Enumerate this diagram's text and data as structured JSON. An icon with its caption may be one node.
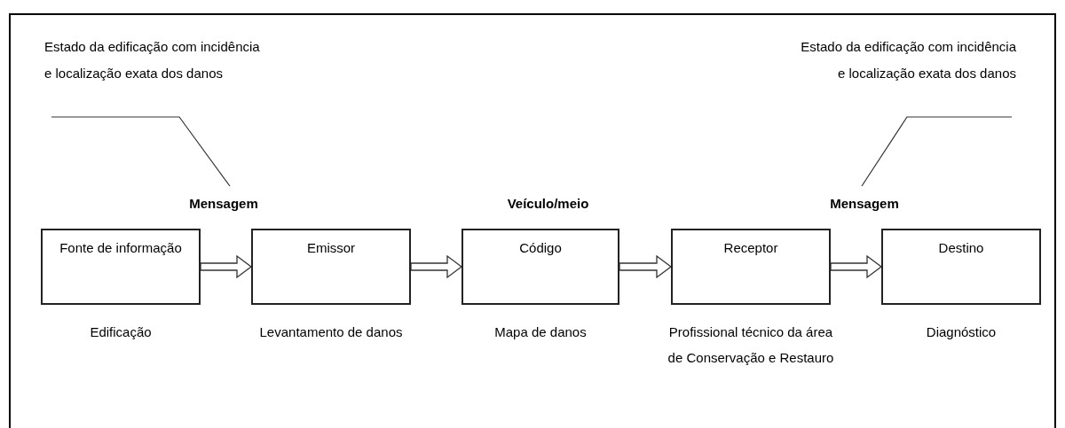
{
  "diagram": {
    "nodes": [
      {
        "text": [
          "Fonte de informação"
        ],
        "beside": [
          "Edificação"
        ]
      },
      {
        "text": [
          "Emissor"
        ],
        "beside": [
          "Levantamento de danos"
        ]
      },
      {
        "text": [
          "Código"
        ],
        "beside": [
          "Mapa de danos"
        ]
      },
      {
        "text": [
          "Receptor"
        ],
        "beside": [
          "Profissional técnico da área de Conservação e Restauro"
        ]
      },
      {
        "text": [
          "Destino"
        ],
        "beside": [
          "Diagnóstico"
        ]
      },
      {
        "text": [
          "Estado da edificação com incidência e localização exata dos danos"
        ]
      },
      {
        "text": [
          "Mensagem"
        ]
      },
      {
        "text": [
          "Estado da edificação com incidência e localização exata dos danos"
        ]
      },
      {
        "text": [
          "Mensagem"
        ]
      }
    ],
    "edges": [
      {
        "from": 0,
        "to": 1,
        "arrow": "to"
      },
      {
        "from": 1,
        "to": 2,
        "arrow": "to"
      },
      {
        "from": 2,
        "to": 3,
        "arrow": "to"
      },
      {
        "from": 3,
        "to": 4,
        "arrow": "to"
      },
      {
        "from": 5,
        "to": 6,
        "arrow": "none"
      },
      {
        "from": 7,
        "to": 8,
        "arrow": "none"
      }
    ],
    "labels": [
      "Veículo/meio"
    ]
  }
}
